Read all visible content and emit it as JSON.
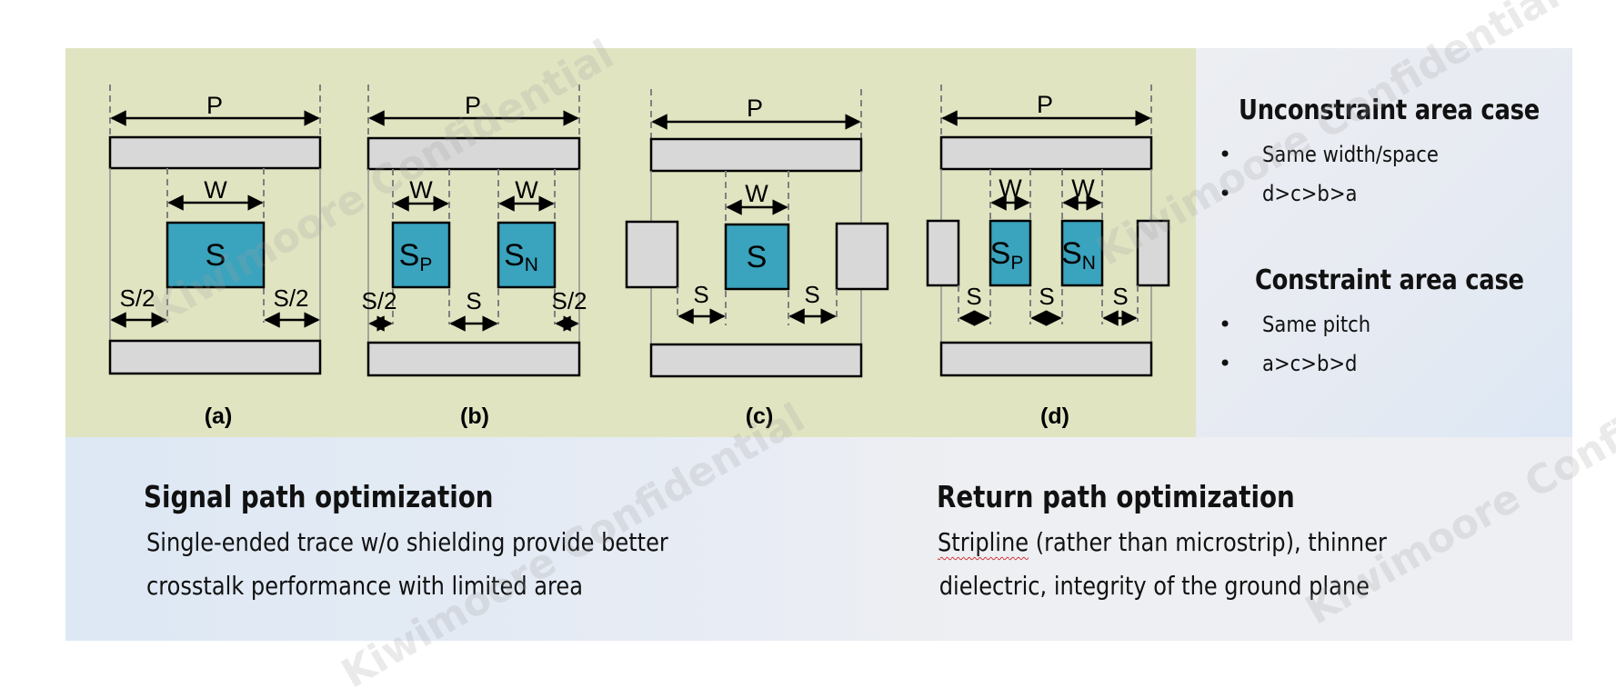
{
  "diagram": {
    "labels": {
      "pitch": "P",
      "width": "W",
      "space": "S",
      "half_space": "S/2",
      "signal": "S",
      "diff_signal": "S",
      "sub_p": "P",
      "sub_n": "N"
    },
    "captions": [
      "(a)",
      "(b)",
      "(c)",
      "(d)"
    ],
    "colors": {
      "signal_fill": "#3aa3bd",
      "plane_fill": "#d8d8d8",
      "panel_bg": "#e0e4c1"
    }
  },
  "right_panel": {
    "unconstraint": {
      "title": "Unconstraint area case",
      "bullets": [
        "Same width/space",
        "d>c>b>a"
      ]
    },
    "constraint": {
      "title": "Constraint area case",
      "bullets": [
        "Same pitch",
        "a>c>b>d"
      ]
    },
    "bullet_glyph": "•"
  },
  "bottom": {
    "signal": {
      "title": "Signal path optimization",
      "line1": "Single-ended trace w/o shielding provide better",
      "line2": "crosstalk performance with limited area"
    },
    "return": {
      "title": "Return path optimization",
      "line1_word": "Stripline",
      "line1_rest": " (rather than microstrip), thinner",
      "line2": "dielectric, integrity of the ground plane"
    }
  },
  "watermark": "Kiwimoore Confidential"
}
